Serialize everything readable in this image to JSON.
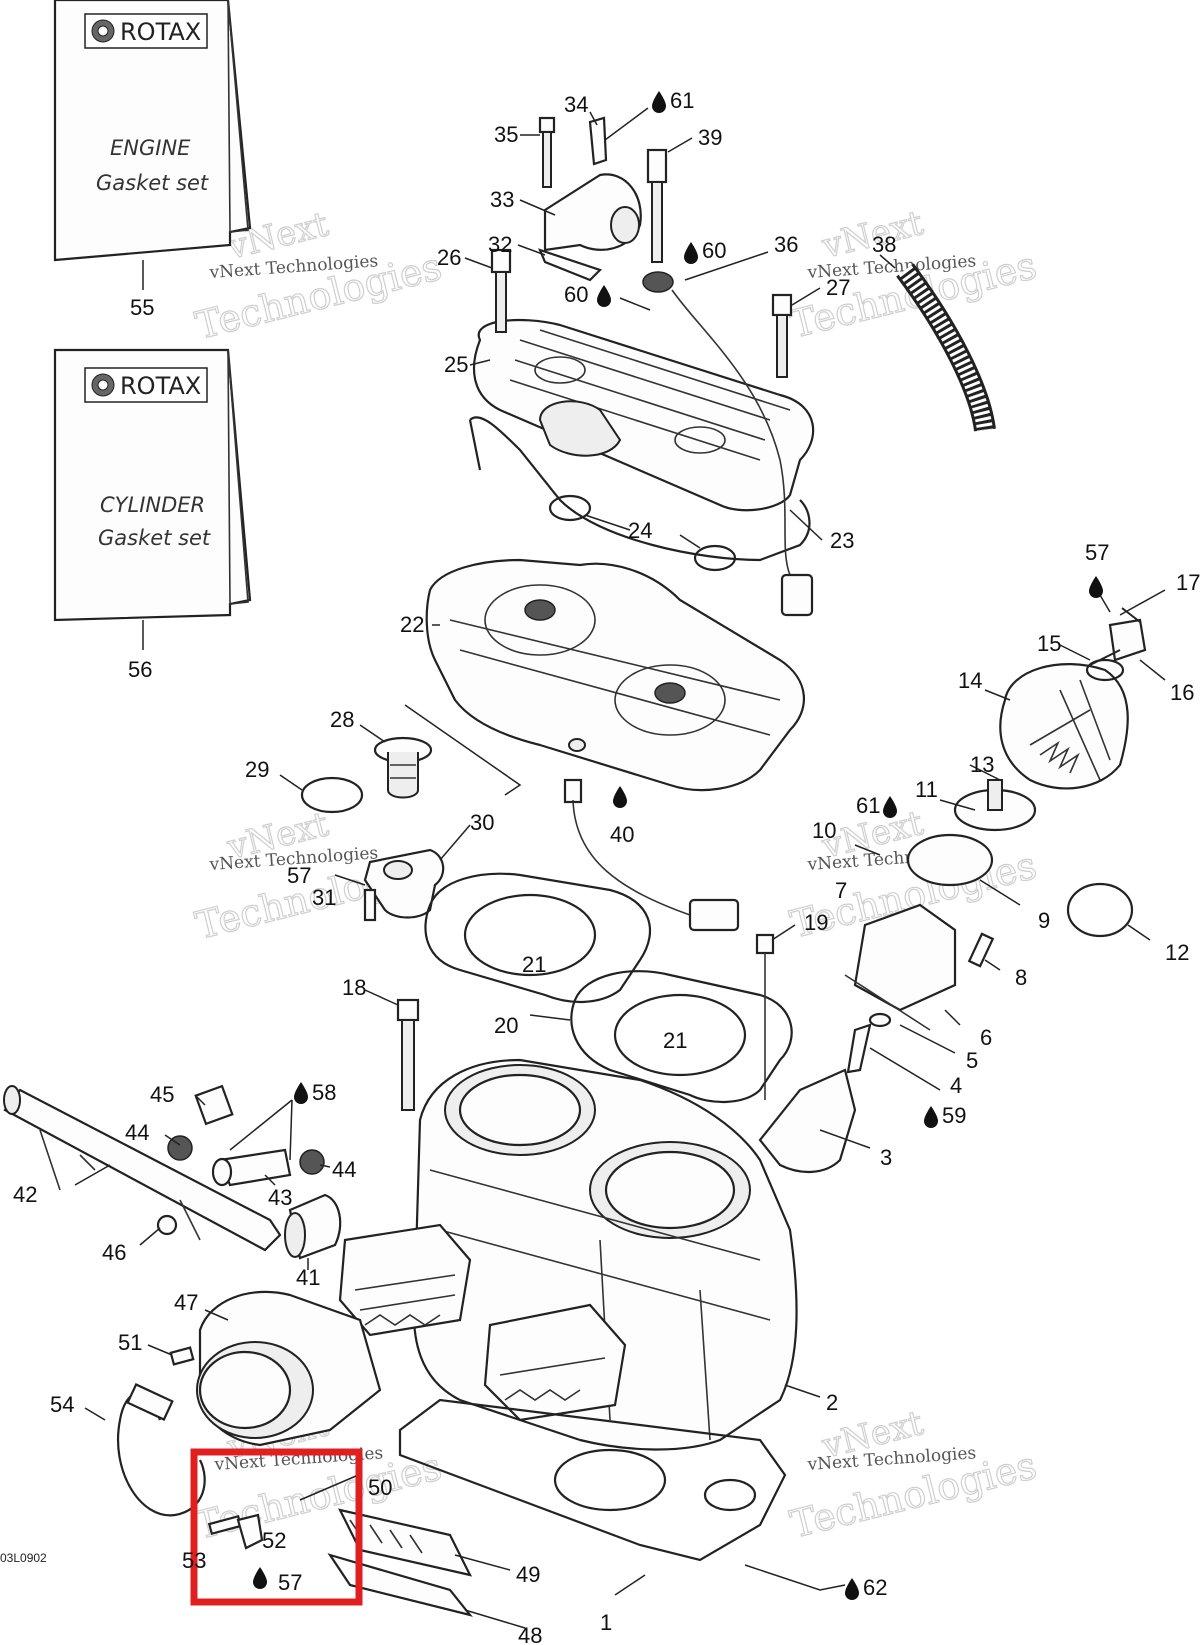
{
  "diagram": {
    "reference_code": "03L0902",
    "kits": [
      {
        "brand": "ROTAX",
        "line1": "ENGINE",
        "line2": "Gasket set",
        "part": "55"
      },
      {
        "brand": "ROTAX",
        "line1": "CYLINDER",
        "line2": "Gasket set",
        "part": "56"
      }
    ],
    "watermark": {
      "line1": "vNext Technologies",
      "line2": "Technologies",
      "prefix": "vNext"
    },
    "highlight_color": "#e02020",
    "callouts": [
      "1",
      "2",
      "3",
      "4",
      "5",
      "6",
      "7",
      "8",
      "9",
      "10",
      "11",
      "12",
      "13",
      "14",
      "15",
      "16",
      "17",
      "18",
      "19",
      "20",
      "21",
      "21",
      "22",
      "23",
      "24",
      "25",
      "26",
      "27",
      "28",
      "29",
      "30",
      "31",
      "32",
      "33",
      "34",
      "35",
      "36",
      "38",
      "39",
      "40",
      "41",
      "42",
      "43",
      "44",
      "44",
      "45",
      "46",
      "47",
      "48",
      "49",
      "50",
      "51",
      "52",
      "53",
      "54",
      "57",
      "57",
      "57",
      "58",
      "59",
      "60",
      "60",
      "61",
      "61",
      "62"
    ],
    "lubricant_marks": [
      "61",
      "60",
      "60",
      "40",
      "61",
      "58",
      "59",
      "57",
      "57",
      "62"
    ]
  }
}
